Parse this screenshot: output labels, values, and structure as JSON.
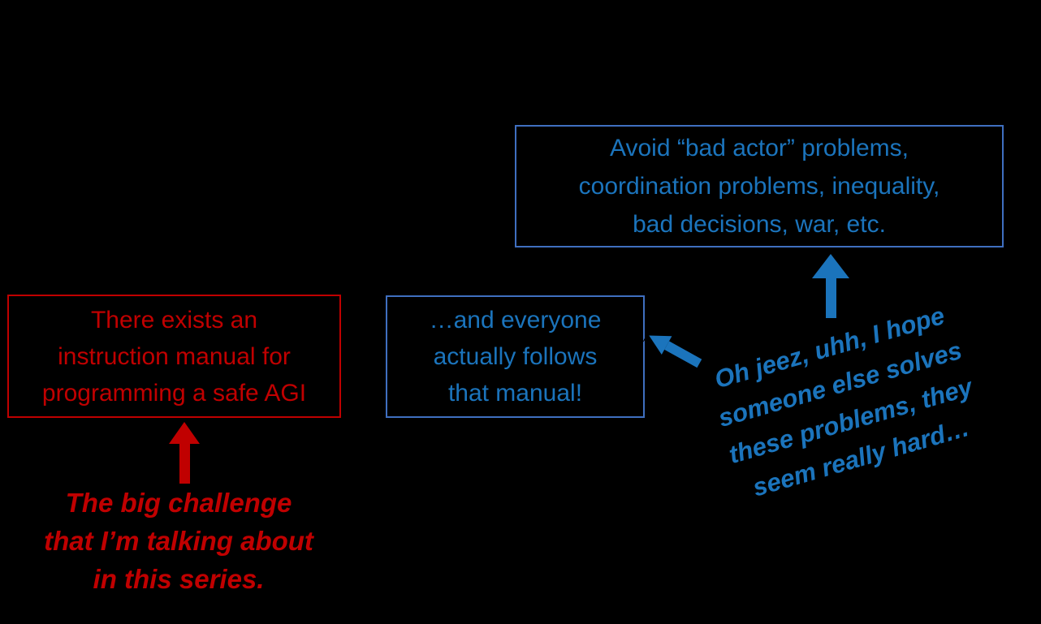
{
  "colors": {
    "background": "#000000",
    "red": "#c00000",
    "blue_text": "#1b74bc",
    "blue_border": "#3f6fc0"
  },
  "red_box": {
    "lines": [
      "There exists an",
      "instruction manual for",
      "programming a safe AGI"
    ]
  },
  "follow_box": {
    "lines": [
      "…and everyone",
      "actually follows",
      "that manual!"
    ]
  },
  "avoid_box": {
    "lines": [
      "Avoid “bad actor” problems,",
      "coordination problems, inequality,",
      "bad decisions, war, etc."
    ]
  },
  "red_caption": {
    "lines": [
      "The big challenge",
      "that I’m talking about",
      "in this series."
    ]
  },
  "blue_caption": {
    "lines": [
      "Oh jeez, uhh, I hope",
      "someone else solves",
      "these problems, they",
      "seem really hard…"
    ]
  },
  "icons": {
    "red_up_arrow": "red-up-arrow",
    "blue_up_arrow": "blue-up-arrow",
    "blue_diagonal_arrow": "blue-up-left-arrow"
  }
}
